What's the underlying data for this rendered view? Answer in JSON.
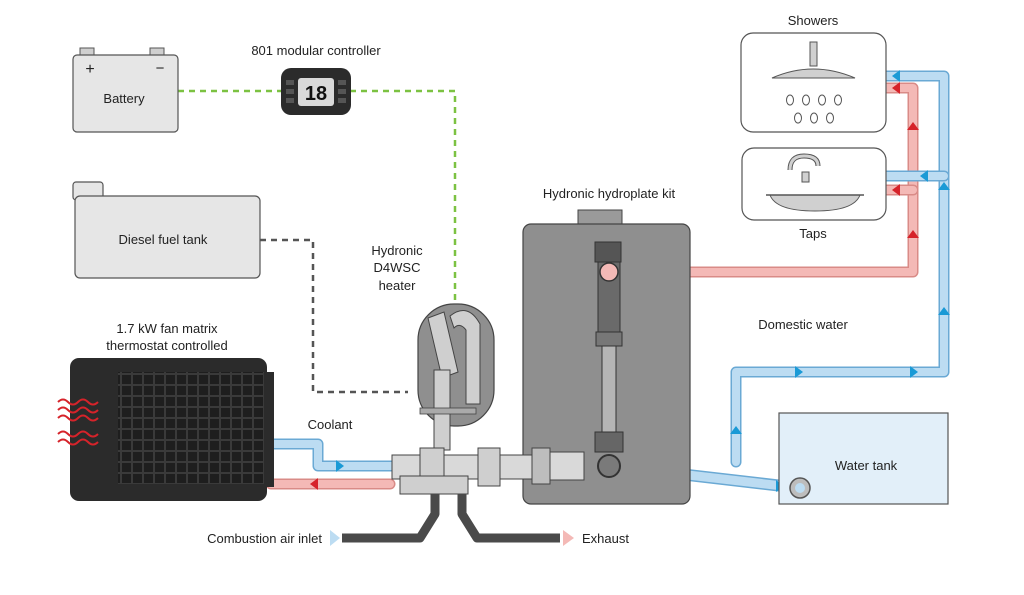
{
  "labels": {
    "controller": "801 modular controller",
    "battery": "Battery",
    "controller_display": "18",
    "fuel_tank": "Diesel fuel tank",
    "heater_line1": "Hydronic",
    "heater_line2": "D4WSC",
    "heater_line3": "heater",
    "hydroplate": "Hydronic hydroplate kit",
    "showers": "Showers",
    "taps": "Taps",
    "domestic_water": "Domestic water",
    "fan_line1": "1.7 kW fan matrix",
    "fan_line2": "thermostat controlled",
    "coolant": "Coolant",
    "water_tank": "Water tank",
    "combustion": "Combustion air inlet",
    "exhaust": "Exhaust",
    "battery_plus": "+",
    "battery_minus": "−"
  },
  "colors": {
    "hot_pipe": "#f4b9b6",
    "hot_arrow": "#d6232a",
    "cold_pipe": "#bcdcf2",
    "cold_arrow": "#1a9ad6",
    "control_wire": "#7cc242",
    "fuel_line": "#555555",
    "box_fill": "#e6e6e6",
    "dark_unit": "#2b2b2b"
  }
}
